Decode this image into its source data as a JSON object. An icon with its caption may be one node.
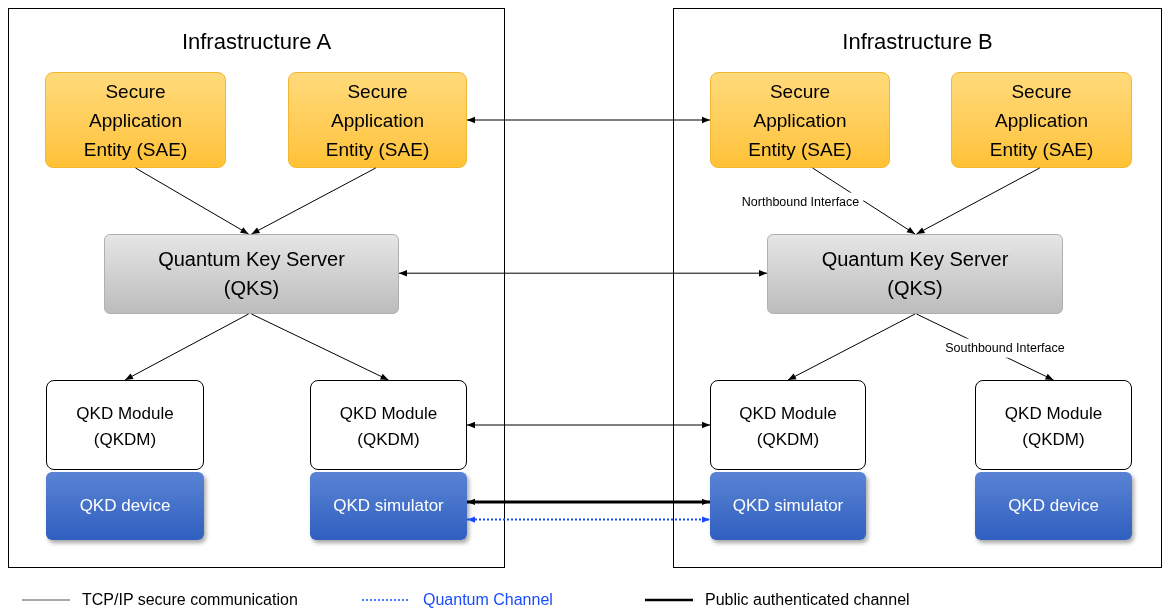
{
  "diagram": {
    "nodes": [
      {
        "text": [
          "Infrastructure A"
        ]
      },
      {
        "text": [
          "Secure Application Entity (SAE)"
        ],
        "in": 0
      },
      {
        "text": [
          "Secure Application Entity (SAE)"
        ],
        "in": 0
      },
      {
        "text": [
          "Quantum Key Server (QKS)"
        ],
        "in": 0
      },
      {
        "text": [
          "QKD Module (QKDM)"
        ],
        "in": 0
      },
      {
        "text": [
          "QKD device"
        ],
        "in": 0
      },
      {
        "text": [
          "QKD Module (QKDM)"
        ],
        "in": 0
      },
      {
        "text": [
          "QKD simulator"
        ],
        "in": 0
      },
      {
        "text": [
          "Infrastructure B"
        ]
      },
      {
        "text": [
          "Secure Application Entity (SAE)"
        ],
        "in": 8
      },
      {
        "text": [
          "Secure Application Entity (SAE)"
        ],
        "in": 8
      },
      {
        "text": [
          "Quantum Key Server (QKS)"
        ],
        "in": 8
      },
      {
        "text": [
          "QKD Module (QKDM)"
        ],
        "in": 8
      },
      {
        "text": [
          "QKD simulator"
        ],
        "in": 8
      },
      {
        "text": [
          "QKD Module (QKDM)"
        ],
        "in": 8
      },
      {
        "text": [
          "QKD device"
        ],
        "in": 8
      }
    ],
    "edges": [
      {
        "from": 1,
        "to": 3,
        "arrow": "to"
      },
      {
        "from": 2,
        "to": 3,
        "arrow": "to"
      },
      {
        "from": 3,
        "to": 4,
        "arrow": "to"
      },
      {
        "from": 3,
        "to": 6,
        "arrow": "to"
      },
      {
        "from": 2,
        "to": 9,
        "arrow": "both"
      },
      {
        "from": 3,
        "to": 11,
        "arrow": "both"
      },
      {
        "from": 6,
        "to": 12,
        "arrow": "both"
      },
      {
        "from": 7,
        "to": 13,
        "arrow": "both",
        "style": "thick"
      },
      {
        "from": 7,
        "to": 13,
        "arrow": "both",
        "style": "dashed",
        "color": "#1a4cff"
      },
      {
        "from": 9,
        "to": 11,
        "arrow": "to",
        "label": "Northbound Interface"
      },
      {
        "from": 10,
        "to": 11,
        "arrow": "to"
      },
      {
        "from": 11,
        "to": 12,
        "arrow": "to"
      },
      {
        "from": 11,
        "to": 14,
        "arrow": "to",
        "label": "Southbound Interface"
      }
    ],
    "legend": [
      {
        "text": "TCP/IP secure communication"
      },
      {
        "text": "Quantum Channel"
      },
      {
        "text": "Public authenticated channel"
      }
    ]
  }
}
